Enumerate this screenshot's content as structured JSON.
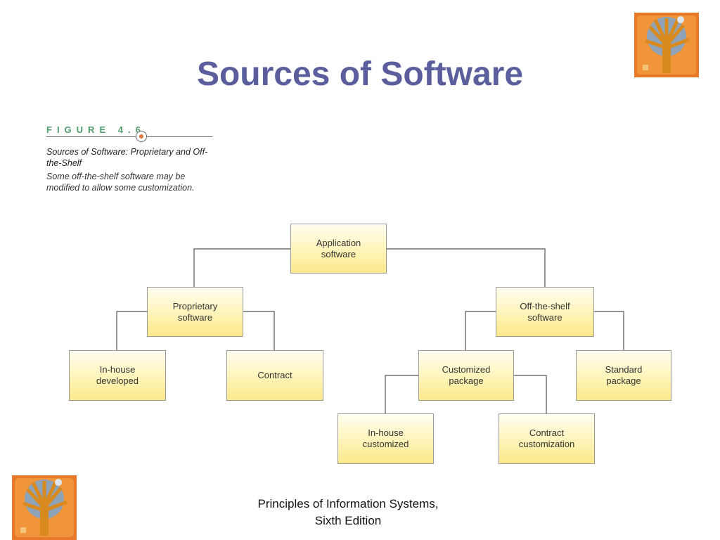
{
  "slide": {
    "title": "Sources of Software"
  },
  "figure": {
    "label": "FIGURE 4.6",
    "caption": "Sources of Software: Proprietary and Off-the-Shelf",
    "note": "Some off-the-shelf software may be modified to allow some customization."
  },
  "diagram": {
    "nodes": {
      "application": "Application\nsoftware",
      "proprietary": "Proprietary\nsoftware",
      "offshelf": "Off-the-shelf\nsoftware",
      "inhouse_developed": "In-house\ndeveloped",
      "contract": "Contract",
      "customized_package": "Customized\npackage",
      "standard_package": "Standard\npackage",
      "inhouse_customized": "In-house\ncustomized",
      "contract_customization": "Contract\ncustomization"
    }
  },
  "footer": {
    "text": "Principles of Information Systems,\nSixth Edition"
  },
  "colors": {
    "title": "#5b5e9c",
    "node_fill": "#fbe98a",
    "figure_label": "#4f9a6a"
  }
}
